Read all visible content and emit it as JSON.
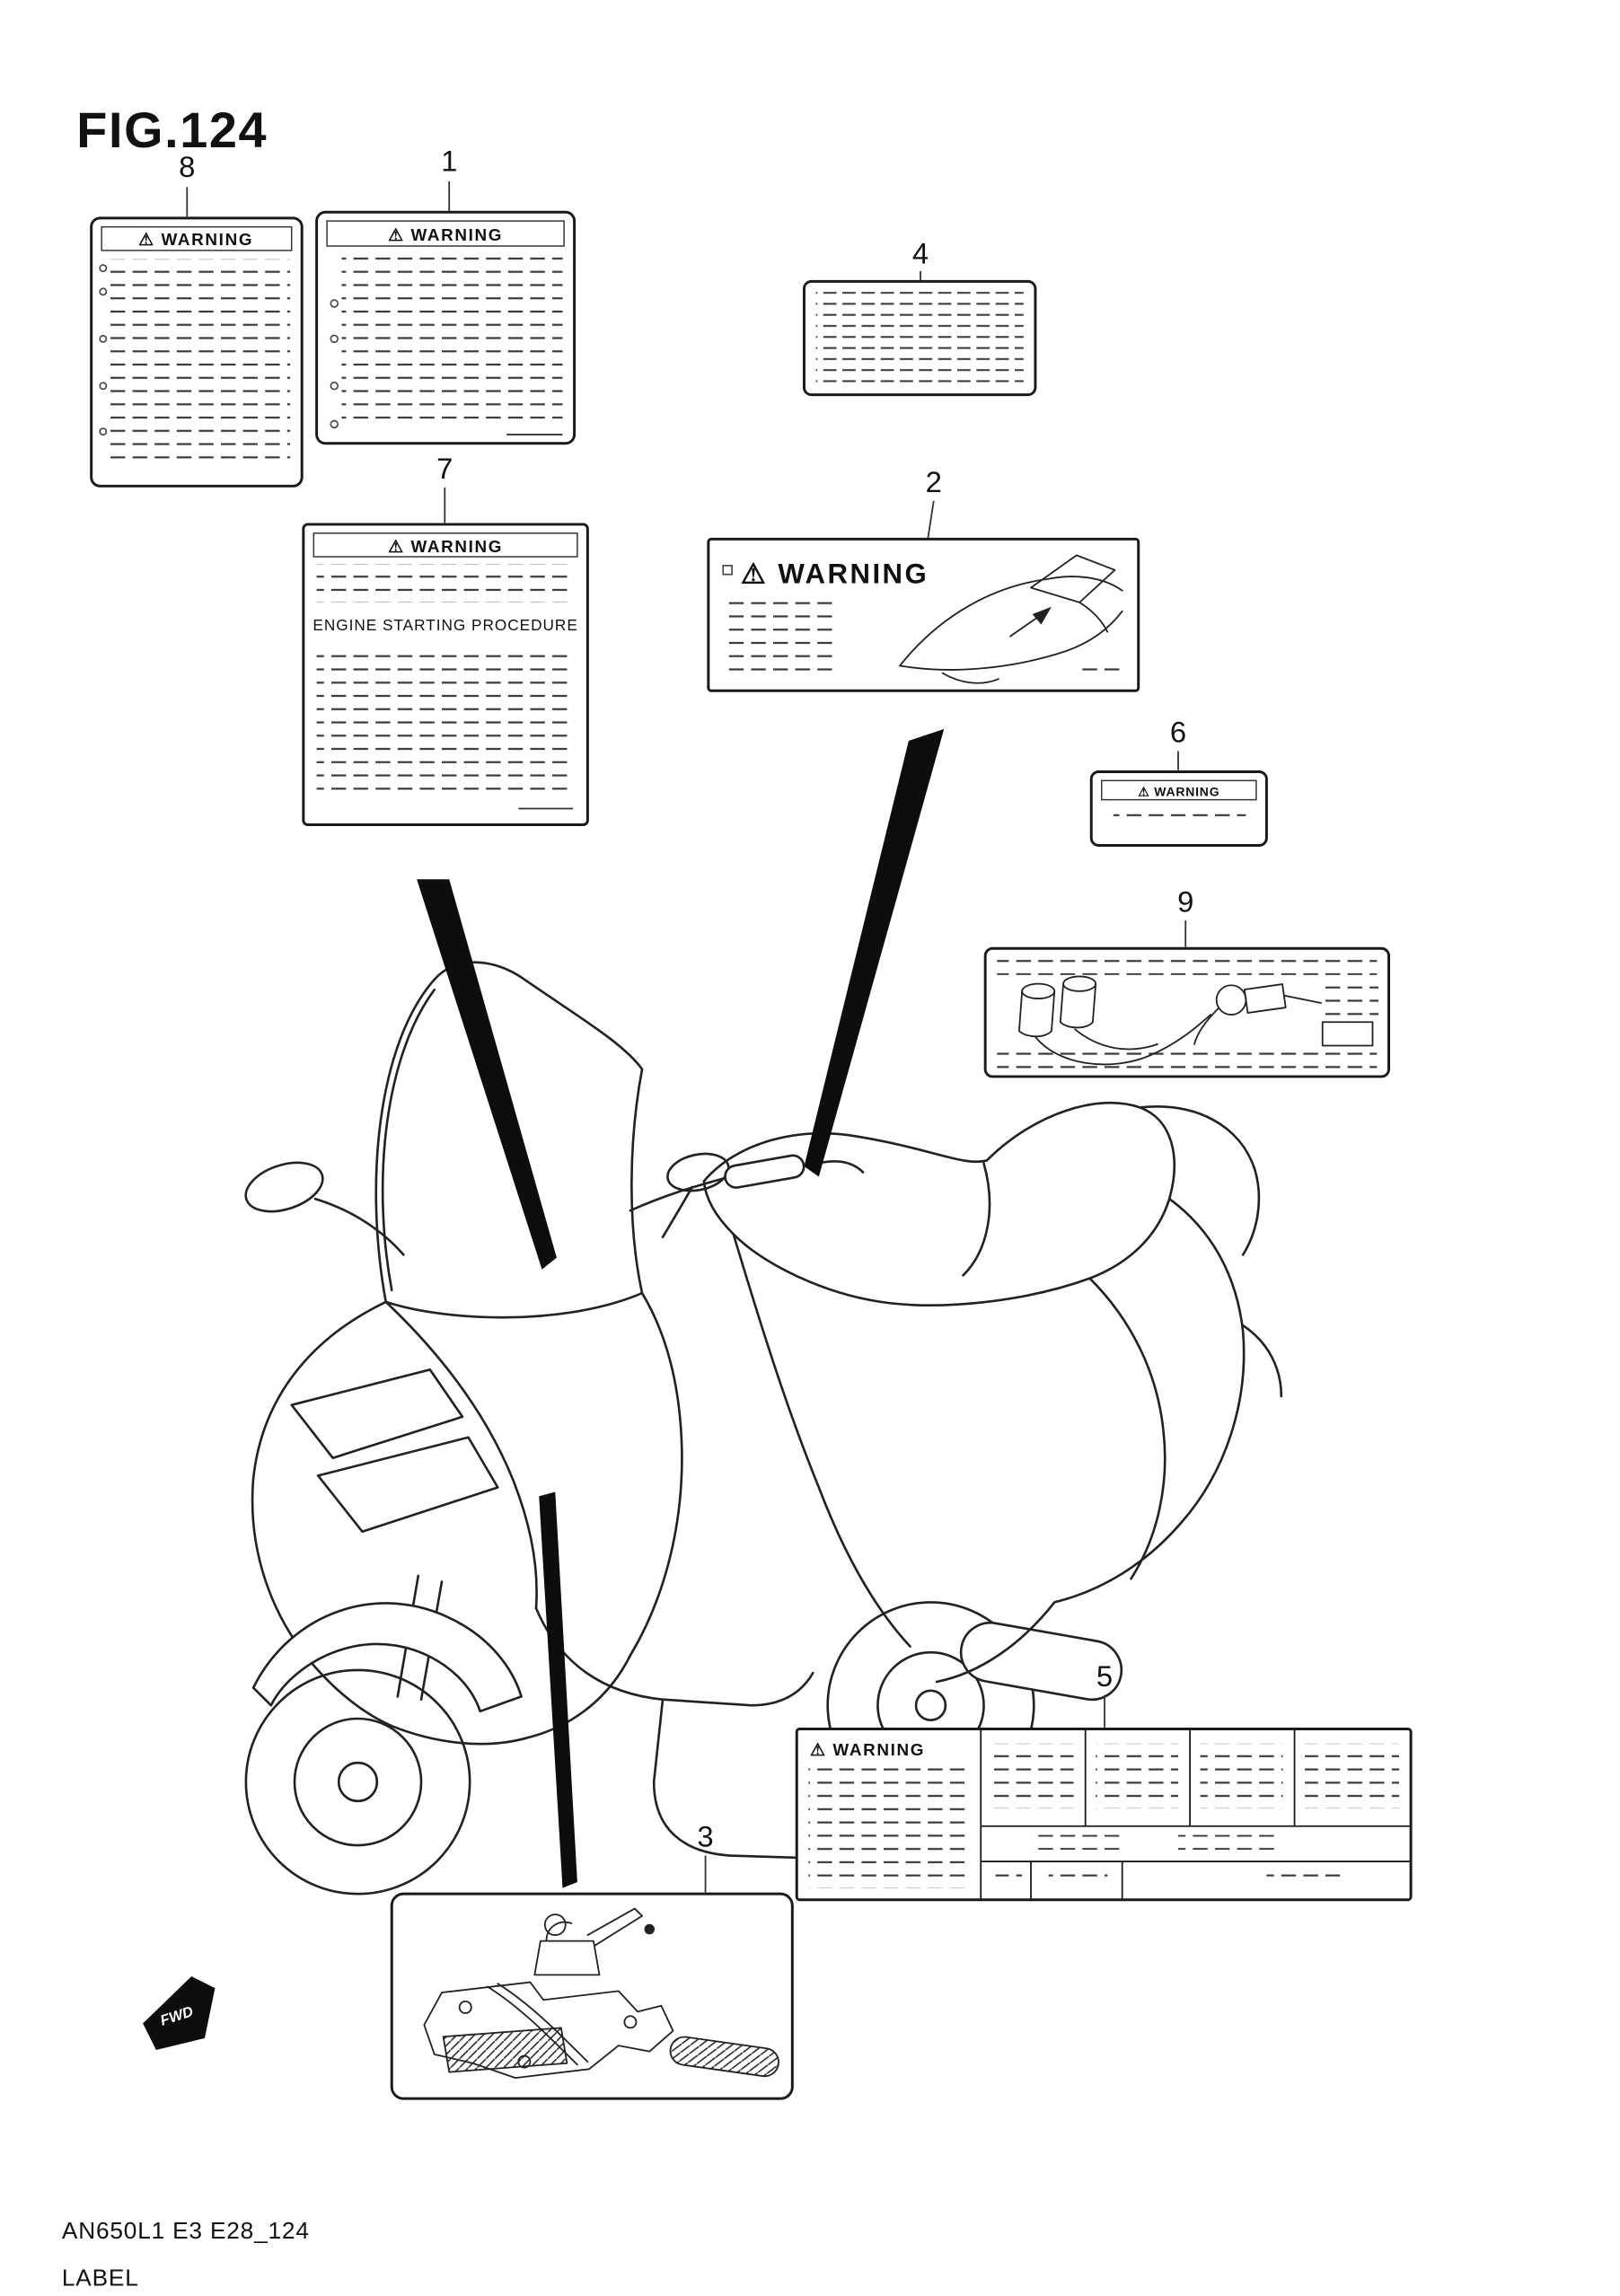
{
  "figure": {
    "title": "FIG.124"
  },
  "footer": {
    "part_code": "AN650L1 E3 E28_124",
    "caption": "LABEL"
  },
  "fwd_marker": {
    "label": "FWD"
  },
  "labels": {
    "label1": {
      "callout": "1",
      "header": "⚠ WARNING"
    },
    "label2": {
      "callout": "2",
      "header": "⚠ WARNING"
    },
    "label3": {
      "callout": "3"
    },
    "label4": {
      "callout": "4"
    },
    "label5": {
      "callout": "5",
      "header": "⚠ WARNING"
    },
    "label6": {
      "callout": "6",
      "header": "⚠ WARNING"
    },
    "label7": {
      "callout": "7",
      "header": "⚠ WARNING",
      "body_title": "ENGINE STARTING PROCEDURE"
    },
    "label8": {
      "callout": "8",
      "header": "⚠ WARNING"
    },
    "label9": {
      "callout": "9"
    }
  }
}
